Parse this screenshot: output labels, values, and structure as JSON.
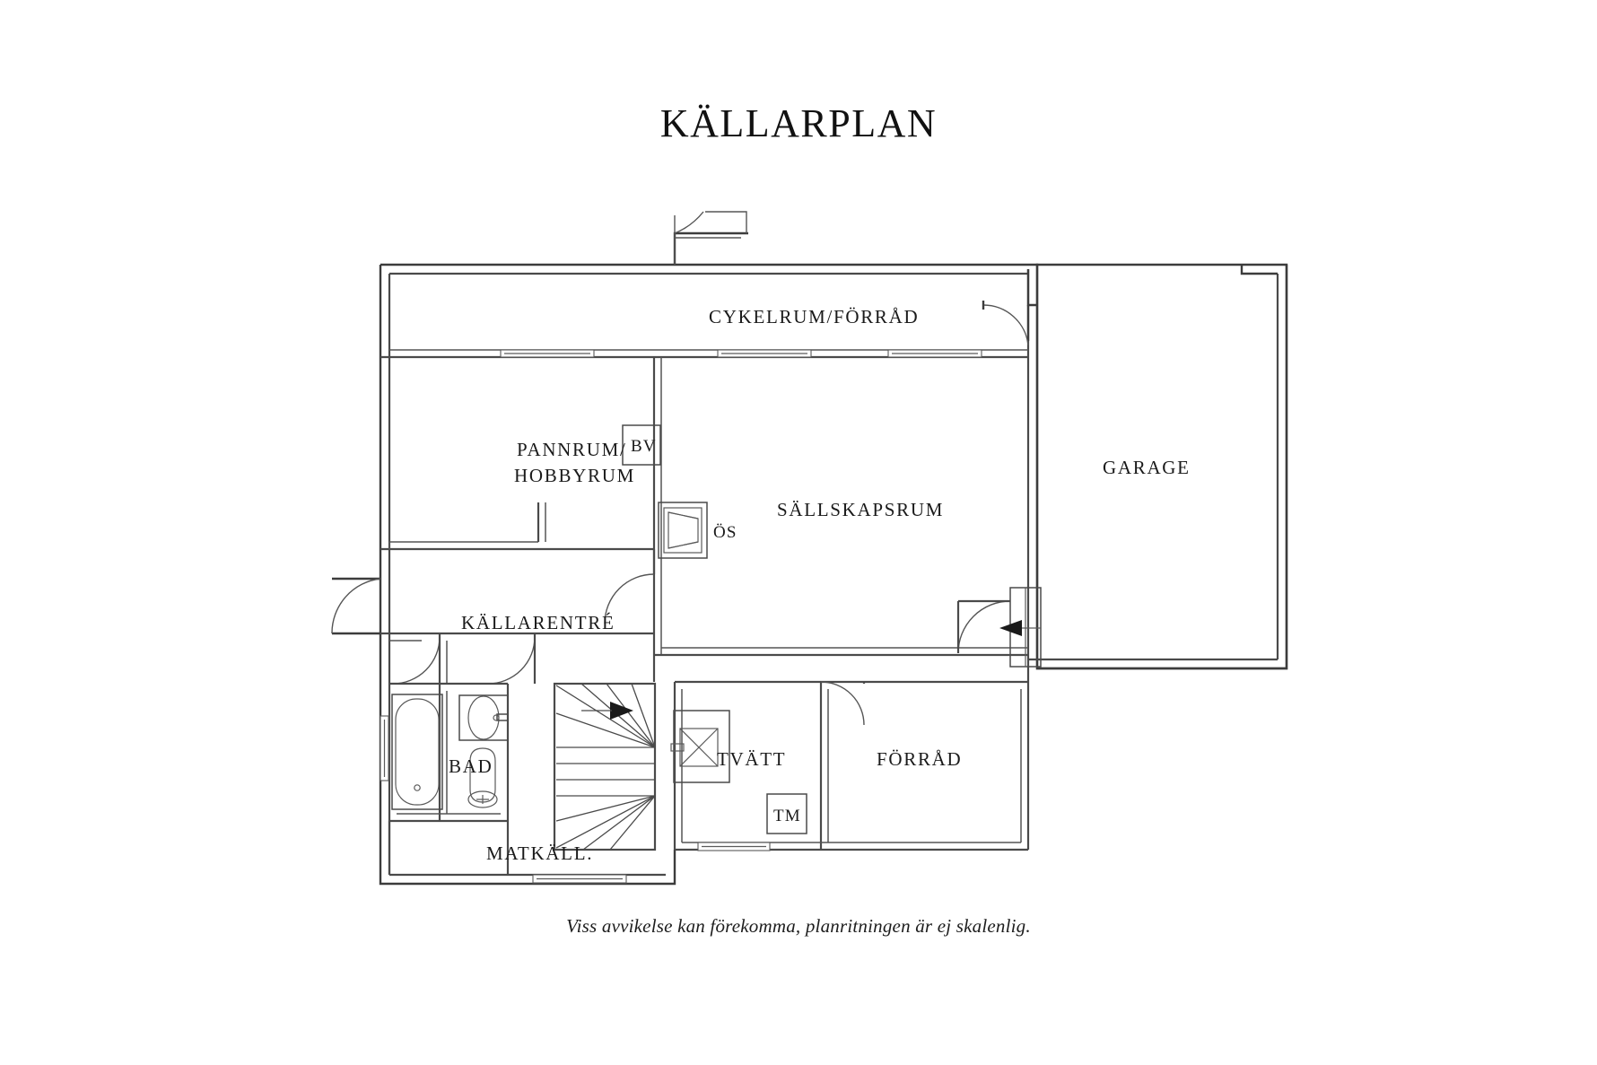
{
  "document": {
    "title": "KÄLLARPLAN",
    "caption": "Viss avvikelse kan förekomma, planritningen är ej skalenlig.",
    "background_color": "#ffffff",
    "line_color": "#3c3c3c",
    "text_color": "#1a1a1a"
  },
  "rooms": [
    {
      "id": "cykelrum",
      "label": "CYKELRUM/FÖRRÅD"
    },
    {
      "id": "pannrum",
      "label_line1": "PANNRUM/",
      "label_line2": "HOBBYRUM"
    },
    {
      "id": "sallskapsrum",
      "label": "SÄLLSKAPSRUM"
    },
    {
      "id": "garage",
      "label": "GARAGE"
    },
    {
      "id": "kallarentre",
      "label": "KÄLLARENTRÉ"
    },
    {
      "id": "bad",
      "label": "BAD"
    },
    {
      "id": "matkall",
      "label": "MATKÄLL."
    },
    {
      "id": "tvatt",
      "label": "TVÄTT"
    },
    {
      "id": "forrad",
      "label": "FÖRRÅD"
    }
  ],
  "markers": [
    {
      "id": "bv",
      "label": "BV"
    },
    {
      "id": "os",
      "label": "ÖS"
    },
    {
      "id": "tm",
      "label": "TM"
    }
  ],
  "fixtures": [
    {
      "id": "bathtub",
      "name": "bathtub-symbol"
    },
    {
      "id": "sink",
      "name": "sink-symbol"
    },
    {
      "id": "toilet",
      "name": "toilet-symbol"
    },
    {
      "id": "washer",
      "name": "washing-machine-symbol"
    },
    {
      "id": "fireplace",
      "name": "fireplace-symbol"
    },
    {
      "id": "staircase",
      "name": "staircase-symbol"
    }
  ]
}
